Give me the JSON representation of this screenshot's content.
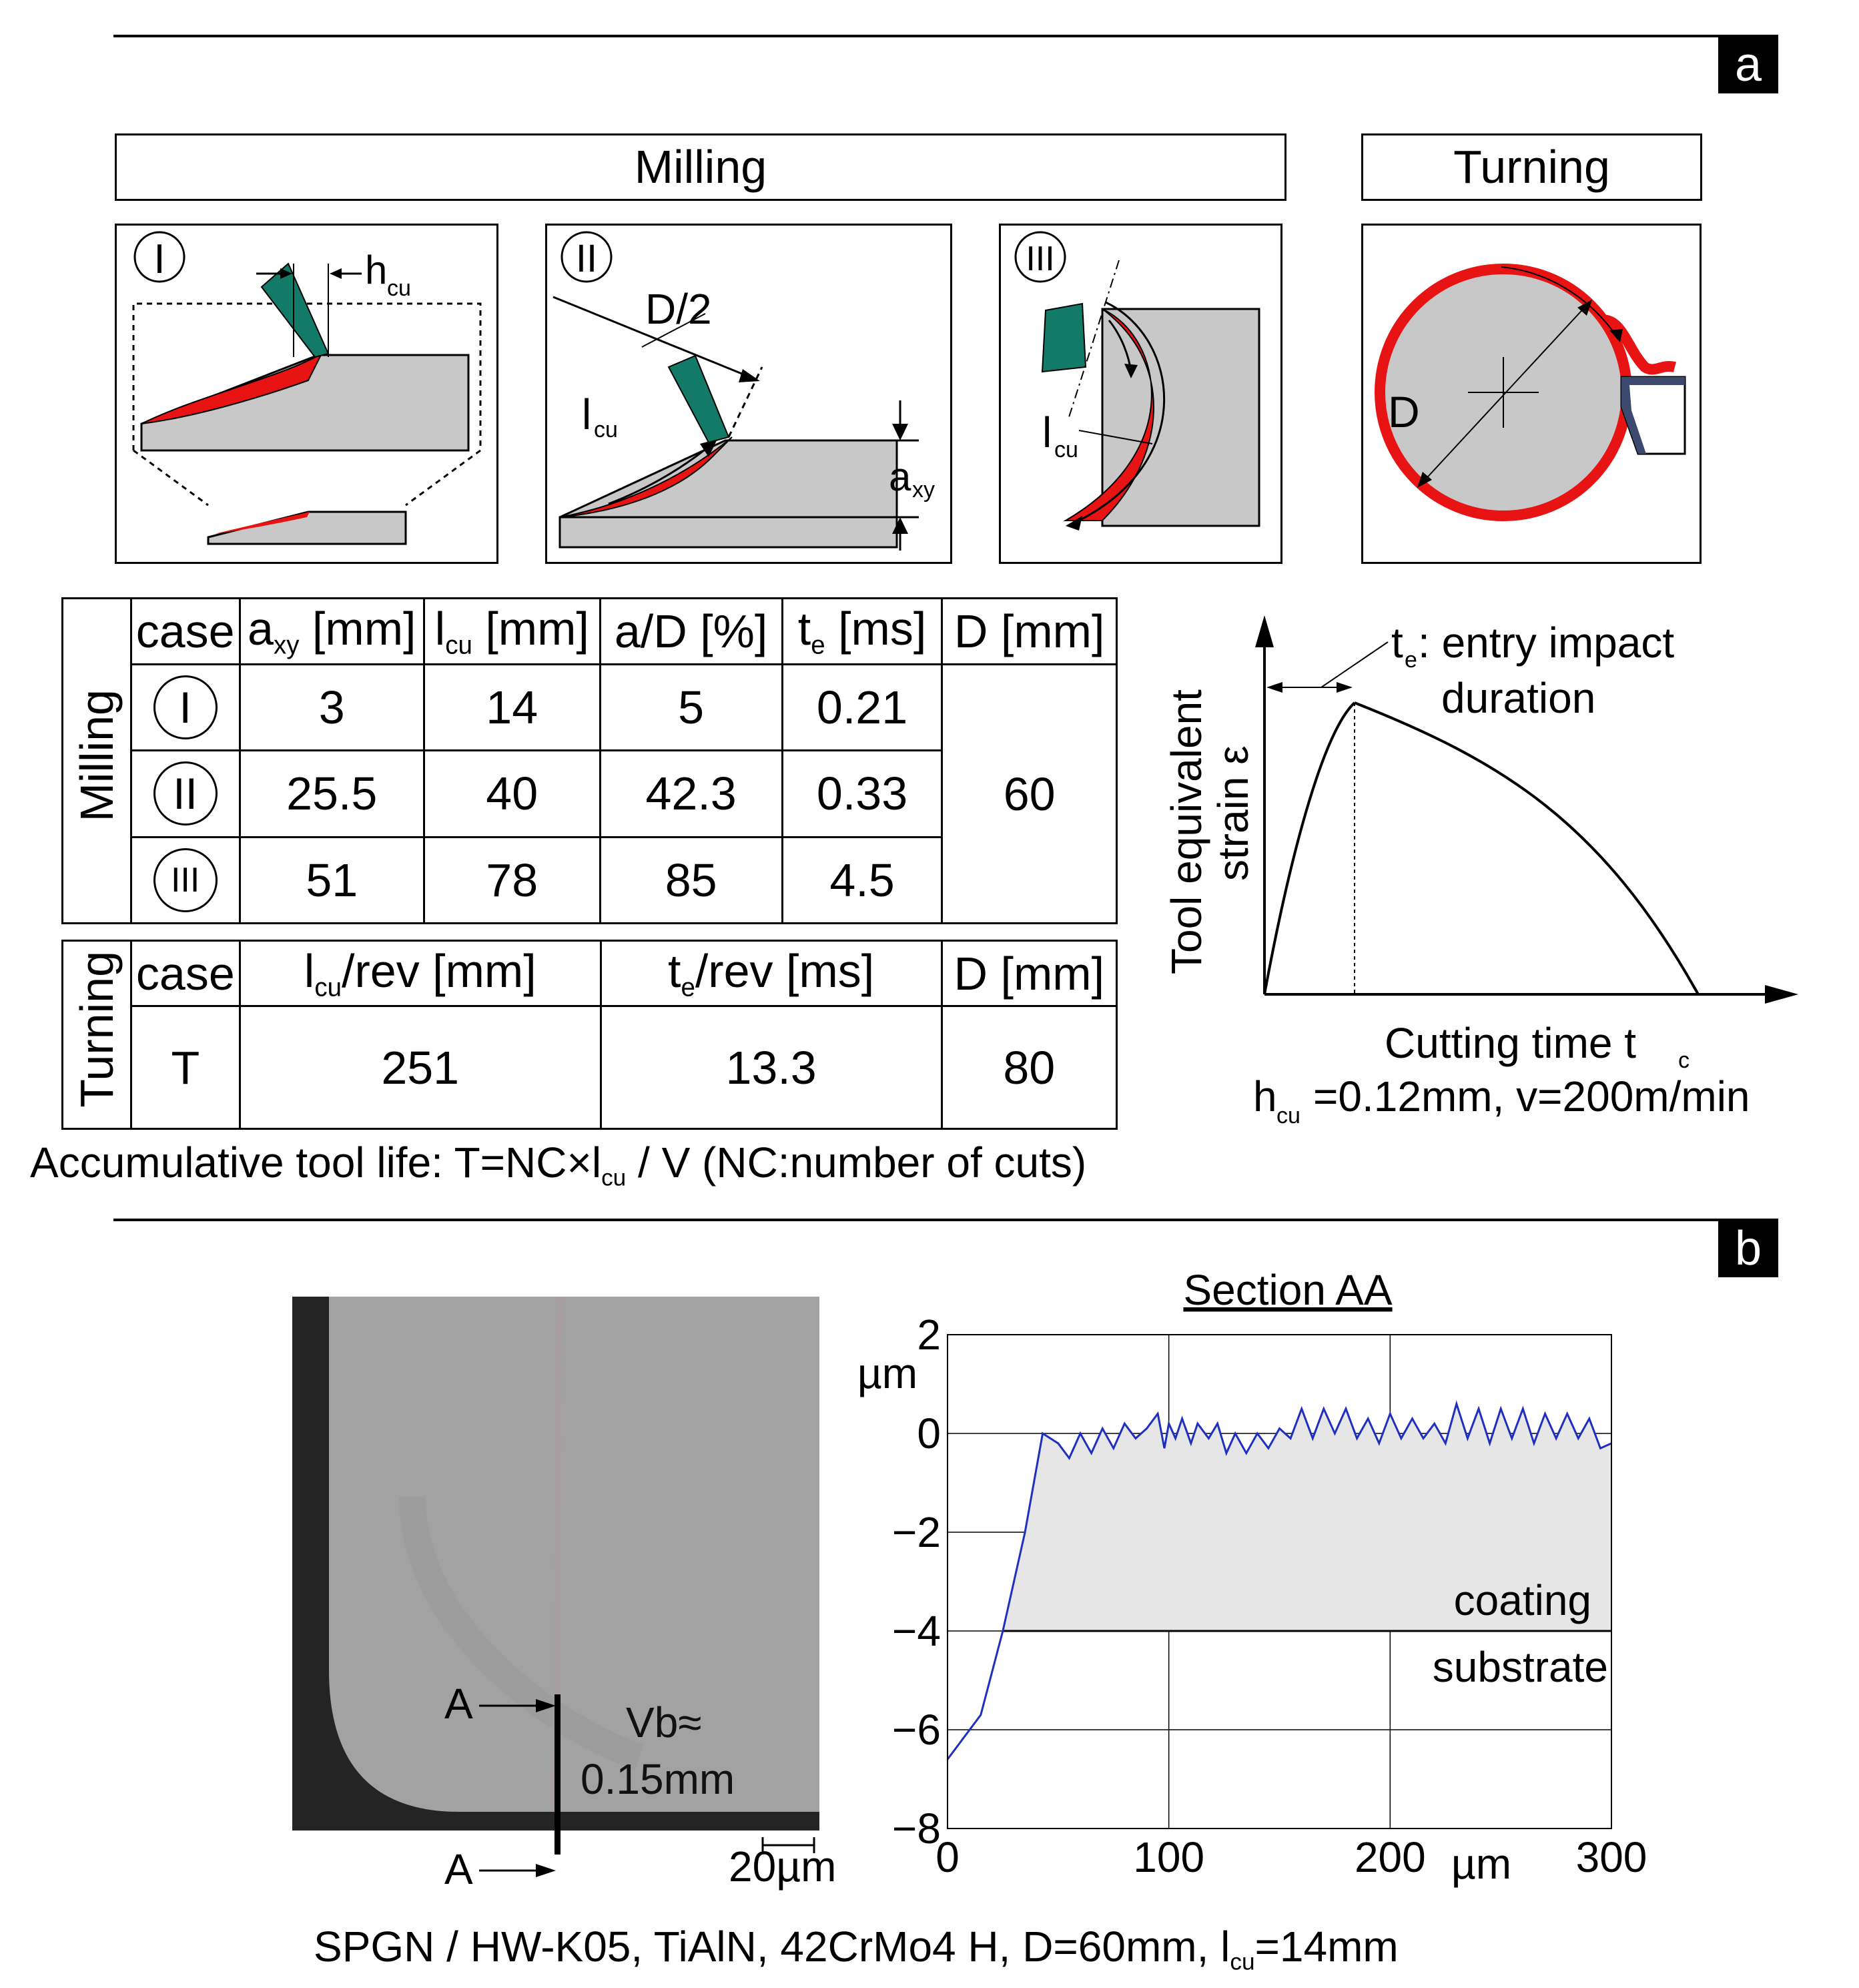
{
  "panel_a": {
    "label": "a",
    "milling_header": "Milling",
    "turning_header": "Turning",
    "case_I": {
      "num": "I",
      "h": "h",
      "h_sub": "cu"
    },
    "case_II": {
      "num": "II",
      "d2": "D/2",
      "l": "l",
      "l_sub": "cu",
      "a": "a",
      "a_sub": "xy"
    },
    "case_III": {
      "num": "III",
      "l": "l",
      "l_sub": "cu"
    },
    "turning": {
      "d": "D"
    },
    "milling_table": {
      "row_label": "Milling",
      "headers": [
        {
          "main": "case",
          "sub": "",
          "rest": ""
        },
        {
          "main": "a",
          "sub": "xy",
          "rest": " [mm]"
        },
        {
          "main": "l",
          "sub": "cu",
          "rest": " [mm]"
        },
        {
          "main": "a/D [%]",
          "sub": "",
          "rest": ""
        },
        {
          "main": "t",
          "sub": "e",
          "rest": " [ms]"
        },
        {
          "main": "D [mm]",
          "sub": "",
          "rest": ""
        }
      ],
      "rows": [
        {
          "case": "I",
          "axy": "3",
          "lcu": "14",
          "aD": "5",
          "te": "0.21"
        },
        {
          "case": "II",
          "axy": "25.5",
          "lcu": "40",
          "aD": "42.3",
          "te": "0.33"
        },
        {
          "case": "III",
          "axy": "51",
          "lcu": "78",
          "aD": "85",
          "te": "4.5"
        }
      ],
      "D": "60"
    },
    "turning_table": {
      "row_label": "Turning",
      "h_case": "case",
      "h_l": "l",
      "h_l_sub": "cu",
      "h_l_rest": "/rev [mm]",
      "h_t": "t",
      "h_t_sub": "e",
      "h_t_rest": "/rev [ms]",
      "h_D": "D [mm]",
      "case": "T",
      "l": "251",
      "t": "13.3",
      "D": "80"
    },
    "formula": {
      "pre": "Accumulative tool life: T=NC×l",
      "sub": "cu",
      "post": " / V (NC:number of cuts)"
    },
    "strain_plot": {
      "ylabel_1": "Tool equivalent",
      "ylabel_2": "strain ε",
      "ann_t": "t",
      "ann_sub": "e",
      "ann_1": ": entry impact",
      "ann_2": "duration",
      "xlabel": "Cutting time t",
      "xlabel_sub": "c",
      "cond_pre": "h",
      "cond_sub": "cu",
      "cond_post": "=0.12mm, v=200m/min"
    }
  },
  "panel_b": {
    "label": "b",
    "micro": {
      "A_top": "A",
      "A_bot": "A",
      "vb_1": "Vb≈",
      "vb_2": "0.15mm",
      "scale": "20µm"
    },
    "caption": {
      "pre": "SPGN / HW-K05, TiAlN, 42CrMo4 H, D=60mm, l",
      "sub": "cu",
      "post": "=14mm"
    },
    "colors": {
      "profile": "#1f2fbf",
      "coating_fill": "#e6e6e6"
    }
  },
  "chart_data": {
    "type": "line",
    "title": "Section AA",
    "xlabel": "µm",
    "ylabel": "µm",
    "xlim": [
      0,
      300
    ],
    "ylim": [
      -8,
      2
    ],
    "x_ticks": [
      "0",
      "100",
      "200",
      "300"
    ],
    "y_ticks": [
      "2",
      "0",
      "−2",
      "−4",
      "−6",
      "−8"
    ],
    "grid": true,
    "region_labels": [
      "coating",
      "substrate"
    ],
    "series": [
      {
        "x": [
          0,
          15,
          25,
          35,
          43,
          50,
          55,
          60,
          65,
          70,
          75,
          80,
          85,
          90,
          95,
          98,
          100,
          103,
          106,
          110,
          113,
          118,
          122,
          126,
          130,
          135,
          140,
          145,
          150,
          155,
          160,
          165,
          170,
          175,
          180,
          185,
          190,
          195,
          200,
          205,
          210,
          215,
          220,
          225,
          230,
          235,
          240,
          245,
          250,
          255,
          260,
          265,
          270,
          275,
          280,
          285,
          290,
          295,
          300
        ],
        "y": [
          -6.6,
          -5.7,
          -4,
          -2,
          0,
          -0.2,
          -0.5,
          0,
          -0.4,
          0.1,
          -0.3,
          0.2,
          -0.1,
          0.1,
          0.4,
          -0.3,
          0.2,
          -0.1,
          0.3,
          -0.2,
          0.2,
          -0.1,
          0.2,
          -0.4,
          0,
          -0.4,
          0,
          -0.3,
          0.1,
          -0.1,
          0.5,
          -0.1,
          0.5,
          0,
          0.5,
          -0.1,
          0.3,
          -0.2,
          0.4,
          -0.1,
          0.3,
          -0.1,
          0.2,
          -0.2,
          0.6,
          -0.1,
          0.5,
          -0.2,
          0.5,
          -0.1,
          0.5,
          -0.2,
          0.4,
          -0.1,
          0.4,
          -0.1,
          0.3,
          -0.3,
          -0.2
        ]
      }
    ]
  }
}
